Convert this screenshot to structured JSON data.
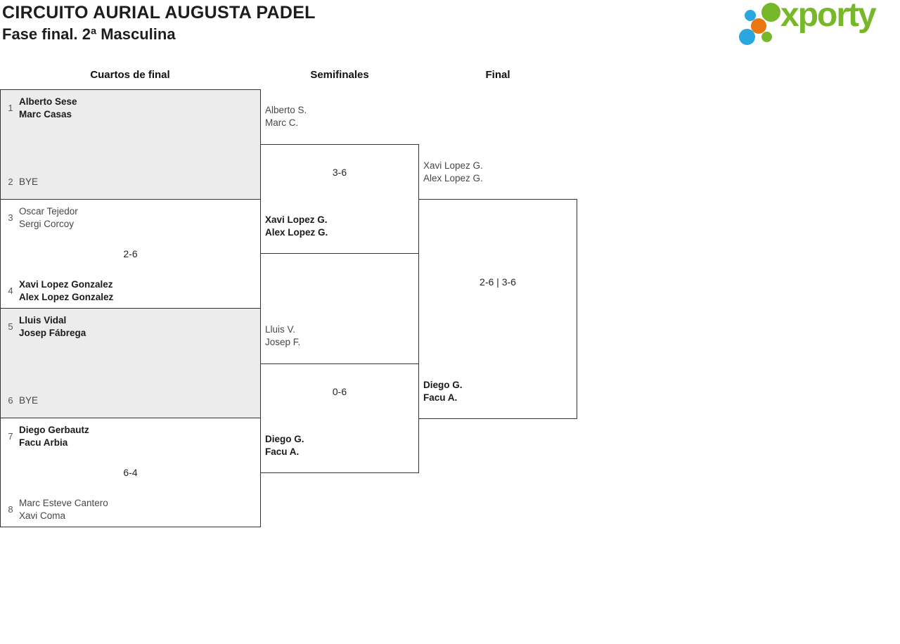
{
  "header": {
    "title": "CIRCUITO AURIAL AUGUSTA PADEL",
    "subtitle": "Fase final. 2ª Masculina"
  },
  "logo": {
    "wordmark": "xporty",
    "green": "#76b82a",
    "blue": "#29a8e0",
    "orange": "#e87711"
  },
  "rounds": [
    {
      "label": "Cuartos de final"
    },
    {
      "label": "Semifinales"
    },
    {
      "label": "Final"
    }
  ],
  "quarterfinals": [
    {
      "seed_top": "1",
      "top_line1": "Alberto Sese",
      "top_line2": "Marc Casas",
      "top_winner": true,
      "seed_bottom": "2",
      "bottom_line1": "BYE",
      "bottom_winner": false,
      "score": "",
      "shaded": true
    },
    {
      "seed_top": "3",
      "top_line1": "Oscar Tejedor",
      "top_line2": "Sergi Corcoy",
      "top_winner": false,
      "seed_bottom": "4",
      "bottom_line1": "Xavi Lopez Gonzalez",
      "bottom_line2": "Alex Lopez Gonzalez",
      "bottom_winner": true,
      "score": "2-6",
      "shaded": false
    },
    {
      "seed_top": "5",
      "top_line1": "Lluis Vidal",
      "top_line2": "Josep Fábrega",
      "top_winner": true,
      "seed_bottom": "6",
      "bottom_line1": "BYE",
      "bottom_winner": false,
      "score": "",
      "shaded": true
    },
    {
      "seed_top": "7",
      "top_line1": "Diego Gerbautz",
      "top_line2": "Facu Arbia",
      "top_winner": true,
      "seed_bottom": "8",
      "bottom_line1": "Marc Esteve Cantero",
      "bottom_line2": "Xavi Coma",
      "bottom_winner": false,
      "score": "6-4",
      "shaded": false
    }
  ],
  "semifinals": [
    {
      "entrant_line1": "Alberto S.",
      "entrant_line2": "Marc C.",
      "score": "3-6",
      "winner_line1": "Xavi Lopez G.",
      "winner_line2": "Alex Lopez G."
    },
    {
      "entrant_line1": "Lluis V.",
      "entrant_line2": "Josep F.",
      "score": "0-6",
      "winner_line1": "Diego G.",
      "winner_line2": "Facu A."
    }
  ],
  "final": {
    "entrant_line1": "Xavi Lopez G.",
    "entrant_line2": "Alex Lopez G.",
    "score": "2-6 | 3-6",
    "winner_line1": "Diego G.",
    "winner_line2": "Facu A."
  }
}
